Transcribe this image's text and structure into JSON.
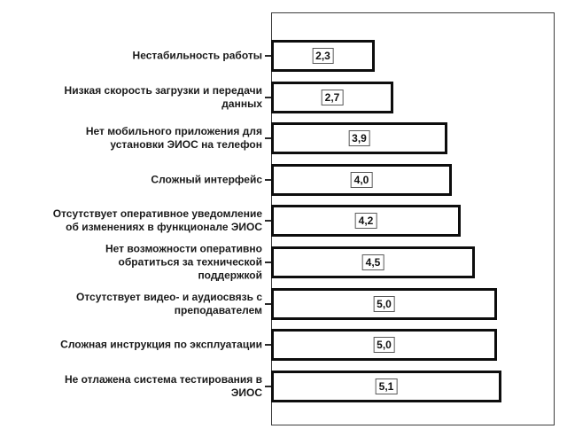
{
  "chart_data": {
    "type": "bar",
    "orientation": "horizontal",
    "title": "",
    "xlabel": "",
    "ylabel": "",
    "xlim": [
      0,
      6.3
    ],
    "grid": false,
    "legend": "none",
    "bar_fill": "#ffffff",
    "bar_border_color": "#0d0d0d",
    "plot_border_color": "#3c3c3c",
    "value_box_border_color": "#5a5a5a",
    "text_color": "#1a1a1a",
    "categories": [
      "Нестабильность работы",
      "Низкая скорость загрузки и передачи\nданных",
      "Нет мобильного приложения для\nустановки ЭИОС на телефон",
      "Сложный интерфейс",
      "Отсутствует оперативное уведомление\nоб изменениях в функционале ЭИОС",
      "Нет возможности оперативно\nобратиться за технической\nподдержкой",
      "Отсутствует видео- и аудиосвязь с\nпреподавателем",
      "Сложная инструкция по эксплуатации",
      "Не отлажена система тестирования в\nЭИОС"
    ],
    "values": [
      2.3,
      2.7,
      3.9,
      4.0,
      4.2,
      4.5,
      5.0,
      5.0,
      5.1
    ],
    "value_labels": [
      "2,3",
      "2,7",
      "3,9",
      "4,0",
      "4,2",
      "4,5",
      "5,0",
      "5,0",
      "5,1"
    ]
  }
}
